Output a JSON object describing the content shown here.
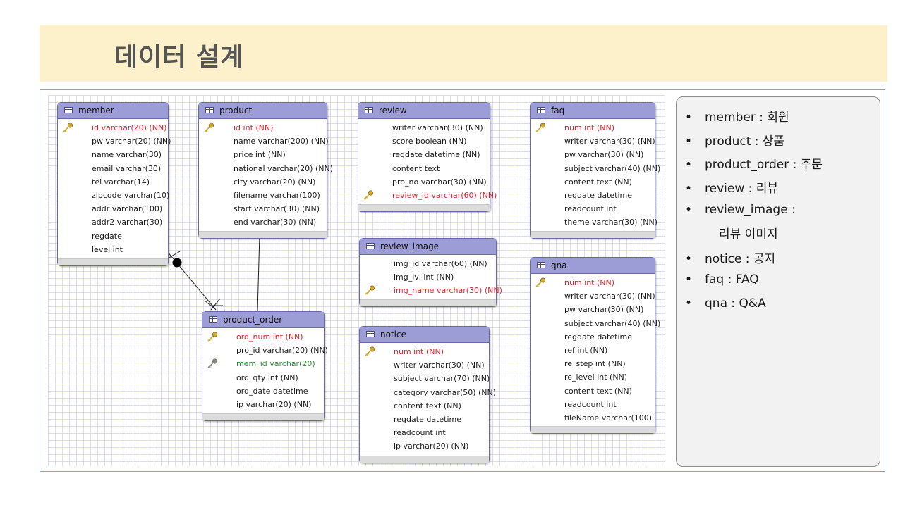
{
  "title": "데이터 설계",
  "tables": [
    {
      "name": "member",
      "columns": [
        {
          "text": "id varchar(20) (NN)",
          "kind": "pk"
        },
        {
          "text": "pw varchar(20) (NN)",
          "kind": "normal"
        },
        {
          "text": "name varchar(30)",
          "kind": "normal"
        },
        {
          "text": "email varchar(30)",
          "kind": "normal"
        },
        {
          "text": "tel varchar(14)",
          "kind": "normal"
        },
        {
          "text": "zipcode varchar(10)",
          "kind": "normal"
        },
        {
          "text": "addr varchar(100)",
          "kind": "normal"
        },
        {
          "text": "addr2 varchar(30)",
          "kind": "normal"
        },
        {
          "text": "regdate",
          "kind": "normal"
        },
        {
          "text": "level int",
          "kind": "normal"
        }
      ]
    },
    {
      "name": "product",
      "columns": [
        {
          "text": "id int (NN)",
          "kind": "pk"
        },
        {
          "text": "name varchar(200) (NN)",
          "kind": "normal"
        },
        {
          "text": "price int (NN)",
          "kind": "normal"
        },
        {
          "text": "national varchar(20) (NN)",
          "kind": "normal"
        },
        {
          "text": "city varchar(20) (NN)",
          "kind": "normal"
        },
        {
          "text": "filename varchar(100)",
          "kind": "normal"
        },
        {
          "text": "start varchar(30) (NN)",
          "kind": "normal"
        },
        {
          "text": "end varchar(30) (NN)",
          "kind": "normal"
        }
      ]
    },
    {
      "name": "review",
      "columns": [
        {
          "text": "writer varchar(30) (NN)",
          "kind": "normal"
        },
        {
          "text": "score boolean (NN)",
          "kind": "normal"
        },
        {
          "text": "regdate datetime (NN)",
          "kind": "normal"
        },
        {
          "text": "content text",
          "kind": "normal"
        },
        {
          "text": "pro_no varchar(30) (NN)",
          "kind": "normal"
        },
        {
          "text": "review_id varchar(60) (NN)",
          "kind": "pk"
        }
      ]
    },
    {
      "name": "faq",
      "columns": [
        {
          "text": "num int (NN)",
          "kind": "pk"
        },
        {
          "text": "writer varchar(30) (NN)",
          "kind": "normal"
        },
        {
          "text": "pw varchar(30) (NN)",
          "kind": "normal"
        },
        {
          "text": "subject varchar(40) (NN)",
          "kind": "normal"
        },
        {
          "text": "content text (NN)",
          "kind": "normal"
        },
        {
          "text": "regdate datetime",
          "kind": "normal"
        },
        {
          "text": "readcount int",
          "kind": "normal"
        },
        {
          "text": "theme varchar(30) (NN)",
          "kind": "normal"
        }
      ]
    },
    {
      "name": "review_image",
      "columns": [
        {
          "text": "img_id varchar(60) (NN)",
          "kind": "normal"
        },
        {
          "text": "img_lvl int (NN)",
          "kind": "normal"
        },
        {
          "text": "img_name varchar(30) (NN)",
          "kind": "pk"
        }
      ]
    },
    {
      "name": "qna",
      "columns": [
        {
          "text": "num int (NN)",
          "kind": "pk"
        },
        {
          "text": "writer varchar(30) (NN)",
          "kind": "normal"
        },
        {
          "text": "pw varchar(30) (NN)",
          "kind": "normal"
        },
        {
          "text": "subject varchar(40) (NN)",
          "kind": "normal"
        },
        {
          "text": "regdate datetime",
          "kind": "normal"
        },
        {
          "text": "ref int (NN)",
          "kind": "normal"
        },
        {
          "text": "re_step int (NN)",
          "kind": "normal"
        },
        {
          "text": "re_level int (NN)",
          "kind": "normal"
        },
        {
          "text": "content text (NN)",
          "kind": "normal"
        },
        {
          "text": "readcount int",
          "kind": "normal"
        },
        {
          "text": "fileName varchar(100)",
          "kind": "normal"
        }
      ]
    },
    {
      "name": "product_order",
      "columns": [
        {
          "text": "ord_num int (NN)",
          "kind": "pk"
        },
        {
          "text": "pro_id varchar(20) (NN)",
          "kind": "normal"
        },
        {
          "text": "mem_id varchar(20)",
          "kind": "fk"
        },
        {
          "text": "ord_qty int (NN)",
          "kind": "normal"
        },
        {
          "text": "ord_date datetime",
          "kind": "normal"
        },
        {
          "text": "ip varchar(20) (NN)",
          "kind": "normal"
        }
      ]
    },
    {
      "name": "notice",
      "columns": [
        {
          "text": "num int (NN)",
          "kind": "pk"
        },
        {
          "text": "writer varchar(30) (NN)",
          "kind": "normal"
        },
        {
          "text": "subject varchar(70) (NN)",
          "kind": "normal"
        },
        {
          "text": "category varchar(50) (NN)",
          "kind": "normal"
        },
        {
          "text": "content text (NN)",
          "kind": "normal"
        },
        {
          "text": "regdate datetime",
          "kind": "normal"
        },
        {
          "text": "readcount int",
          "kind": "normal"
        },
        {
          "text": "ip varchar(20) (NN)",
          "kind": "normal"
        }
      ]
    }
  ],
  "legend": [
    {
      "text": "member : 회원"
    },
    {
      "text": "product : 상품"
    },
    {
      "text": "product_order : 주문"
    },
    {
      "text": "review : 리뷰"
    },
    {
      "text": "review_image :"
    },
    {
      "text": "리뷰 이미지",
      "continuation": true
    },
    {
      "text": "notice : 공지"
    },
    {
      "text": "faq : FAQ"
    },
    {
      "text": "qna : Q&A"
    }
  ],
  "bullet": "•",
  "colors": {
    "primary_key": "#e0242f",
    "foreign_key": "#2e8a2e",
    "table_header": "#9c9cd6",
    "title_bar": "#fdf1cc"
  },
  "icons": {
    "primary_key": "key-icon-gold",
    "foreign_key": "key-icon-gray",
    "table": "table-icon"
  }
}
